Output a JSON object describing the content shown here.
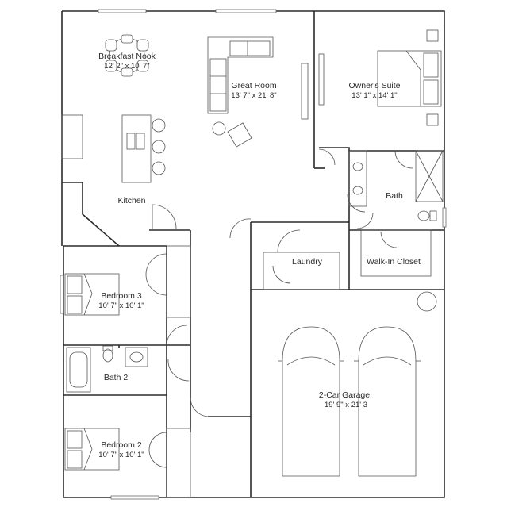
{
  "rooms": {
    "breakfast_nook": {
      "name": "Breakfast Nook",
      "dims": "12' 2\" x 10' 7\""
    },
    "great_room": {
      "name": "Great Room",
      "dims": "13' 7\" x 21' 8\""
    },
    "owners_suite": {
      "name": "Owner's Suite",
      "dims": "13' 1\" x 14' 1\""
    },
    "kitchen": {
      "name": "Kitchen"
    },
    "bath": {
      "name": "Bath"
    },
    "laundry": {
      "name": "Laundry"
    },
    "walk_in_closet": {
      "name": "Walk-In Closet"
    },
    "bedroom_3": {
      "name": "Bedroom 3",
      "dims": "10' 7\" x 10' 1\""
    },
    "bath_2": {
      "name": "Bath 2"
    },
    "garage": {
      "name": "2-Car Garage",
      "dims": "19' 9\" x 21' 3"
    },
    "bedroom_2": {
      "name": "Bedroom 2",
      "dims": "10' 7\" x 10' 1\""
    }
  }
}
